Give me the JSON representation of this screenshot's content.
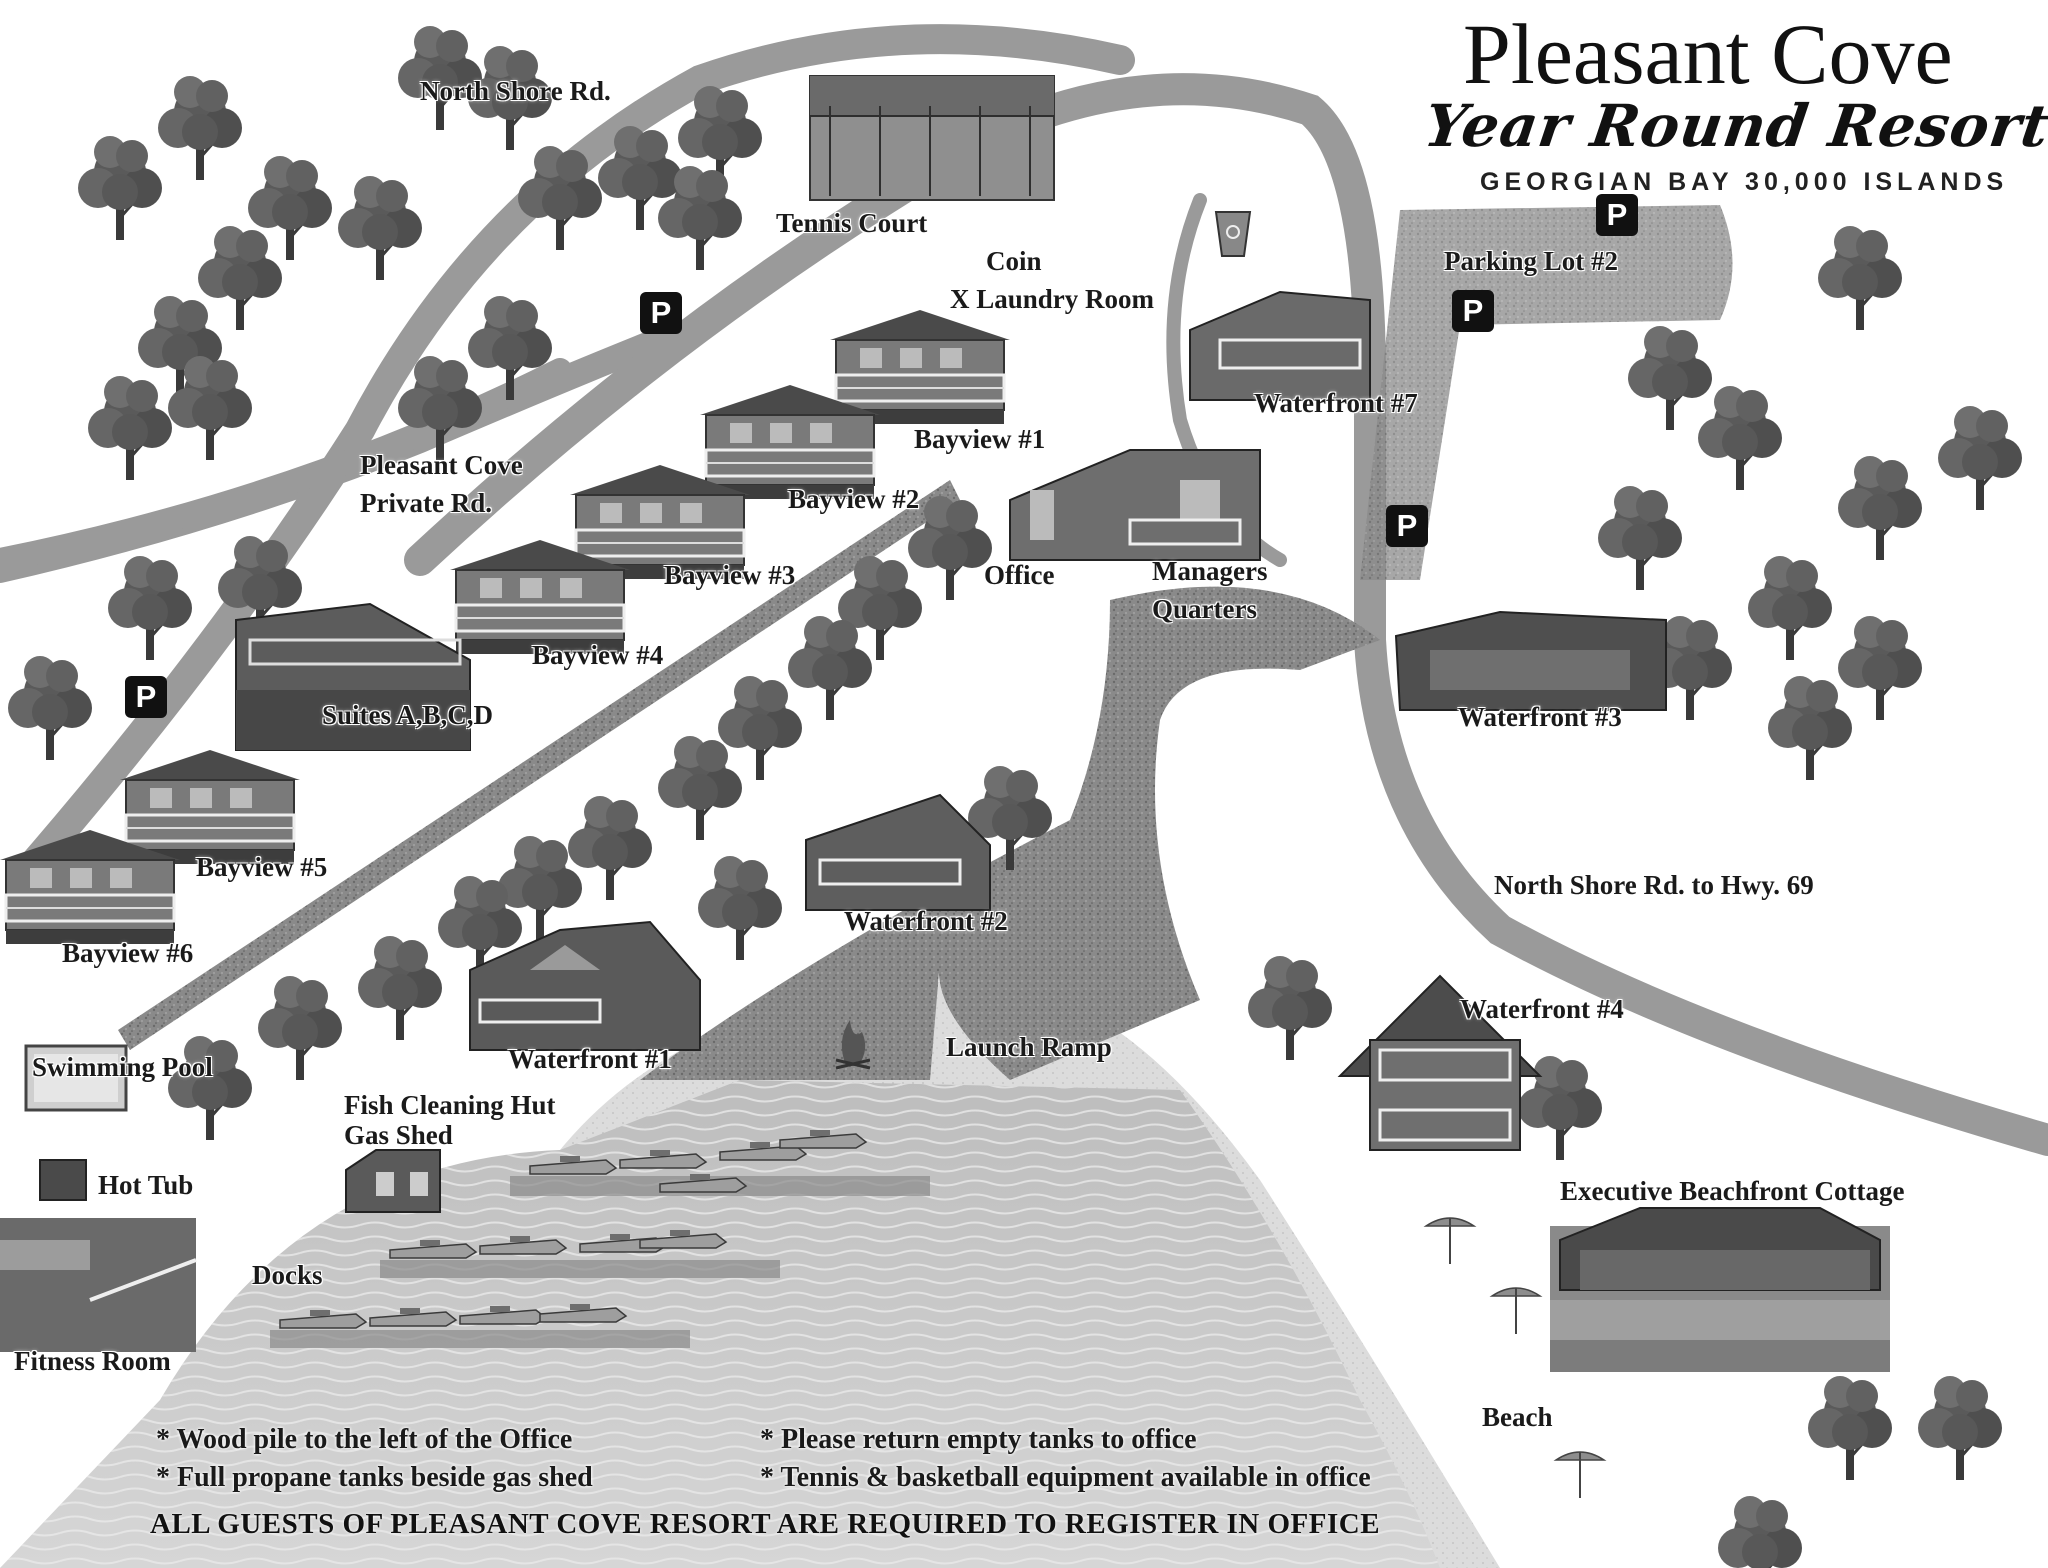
{
  "header": {
    "title": "Pleasant Cove",
    "subtitle": "Year Round Resort",
    "tagline": "GEORGIAN BAY 30,000 ISLANDS"
  },
  "labels": {
    "north_shore_rd": "North Shore Rd.",
    "tennis_court": "Tennis Court",
    "coin_laundry_line1": "Coin",
    "coin_laundry_line2": "X Laundry Room",
    "parking_lot_2": "Parking Lot #2",
    "waterfront_7": "Waterfront #7",
    "bayview_1": "Bayview #1",
    "bayview_2": "Bayview #2",
    "bayview_3": "Bayview #3",
    "bayview_4": "Bayview #4",
    "bayview_5": "Bayview #5",
    "bayview_6": "Bayview #6",
    "private_rd_line1": "Pleasant Cove",
    "private_rd_line2": "Private Rd.",
    "office": "Office",
    "managers_line1": "Managers",
    "managers_line2": "Quarters",
    "suites": "Suites A,B,C,D",
    "waterfront_3": "Waterfront #3",
    "waterfront_2": "Waterfront #2",
    "waterfront_1": "Waterfront #1",
    "waterfront_4": "Waterfront #4",
    "north_shore_hwy": "North Shore Rd. to Hwy. 69",
    "launch_ramp": "Launch Ramp",
    "swimming_pool": "Swimming Pool",
    "fish_hut_line1": "Fish Cleaning Hut",
    "fish_hut_line2": "Gas Shed",
    "hot_tub": "Hot Tub",
    "docks": "Docks",
    "fitness_room": "Fitness Room",
    "exec_cottage": "Executive Beachfront Cottage",
    "beach": "Beach",
    "parking_symbol": "P"
  },
  "notes": {
    "wood_pile": "* Wood pile to the left of the Office",
    "propane": "* Full propane tanks beside gas shed",
    "return_tanks": "* Please return empty tanks to office",
    "equipment": "* Tennis & basketball equipment available in office",
    "register": "ALL GUESTS OF PLEASANT COVE RESORT ARE REQUIRED TO REGISTER IN OFFICE"
  },
  "icons": [
    "tree-icon",
    "parking-icon",
    "recycle-bin-icon",
    "campfire-icon",
    "beach-umbrella-icon",
    "cabin-icon",
    "boat-icon"
  ],
  "colors": {
    "road": "#9a9a9a",
    "path": "#7e7e7e",
    "water": "#c9c9c9",
    "sand": "#d8d8d8",
    "tree": "#555555"
  }
}
